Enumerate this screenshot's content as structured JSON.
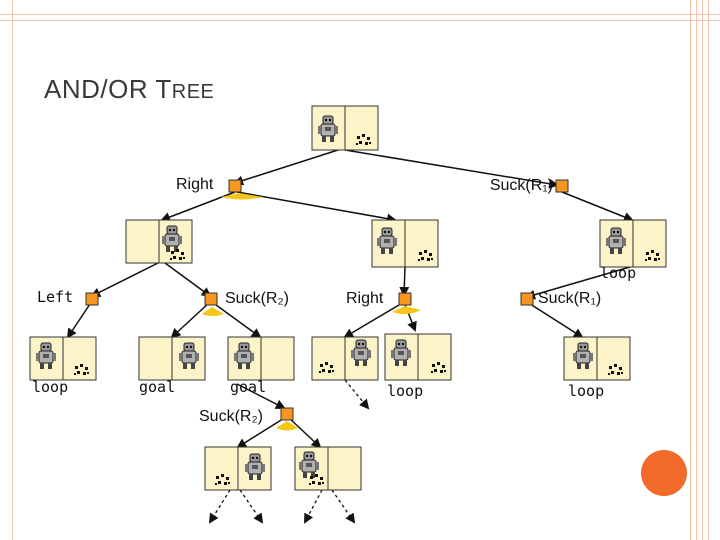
{
  "title": {
    "main": "AND/OR T",
    "small_caps": "REE"
  },
  "colors": {
    "state_fill": "#fdf3c8",
    "or_node": "#f59620",
    "and_arc": "#f5c518",
    "frame": "#f2c4ad",
    "accent_dot": "#f26a2a"
  },
  "labels": {
    "root_left": "Right",
    "root_right": "Suck(R₁)",
    "a_left": "Left",
    "a_right": "Suck(R₂)",
    "b_left": "Right",
    "c_loop_top": "loop",
    "c_right": "Suck(R₁)",
    "leaf_loop_1": "loop",
    "leaf_goal_1": "goal",
    "leaf_goal_2": "goal",
    "leaf_loop_2": "loop",
    "leaf_loop_3": "loop",
    "bottom_action": "Suck(R₂)"
  }
}
